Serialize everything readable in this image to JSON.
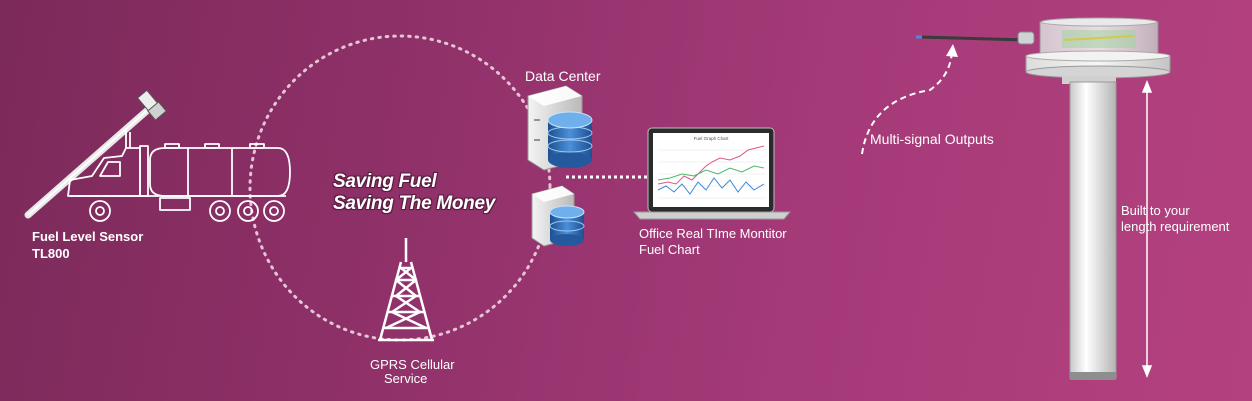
{
  "sensor": {
    "name": "Fuel Level Sensor",
    "model": "TL800"
  },
  "slogan": {
    "line1": "Saving Fuel",
    "line2": "Saving The Money"
  },
  "data_center": {
    "label": "Data Center"
  },
  "office": {
    "line1": "Office Real TIme Montitor",
    "line2": "Fuel Chart"
  },
  "laptop_screen": {
    "title": "Fuel Graph Chart"
  },
  "gprs": {
    "line1": "GPRS Cellular",
    "line2": "Service"
  },
  "outputs": {
    "label": "Multi-signal Outputs"
  },
  "length": {
    "line1": "Built to your",
    "line2": "length requirement"
  },
  "colors": {
    "background_dark": "#7c2a5a",
    "background_light": "#b4417f",
    "text": "#ffffff",
    "dotted_line": "#e6c4d6",
    "database_blue": "#2f6db3"
  }
}
